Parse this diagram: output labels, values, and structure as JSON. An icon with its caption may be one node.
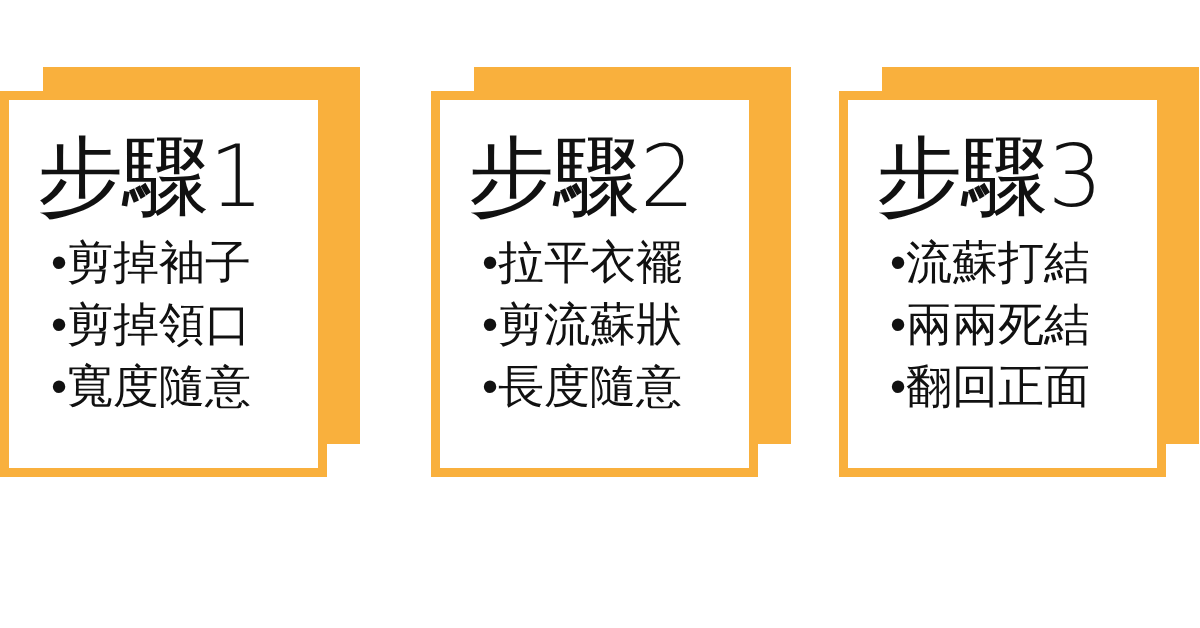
{
  "diagram": {
    "nodes": [
      {
        "text": [
          "步驟1",
          "•剪掉袖子",
          "•剪掉領口",
          "•寬度隨意"
        ]
      },
      {
        "text": [
          "步驟2",
          "•拉平衣襬",
          "•剪流蘇狀",
          "•長度隨意"
        ]
      },
      {
        "text": [
          "步驟3",
          "•流蘇打結",
          "•兩兩死結",
          "•翻回正面"
        ]
      }
    ]
  }
}
